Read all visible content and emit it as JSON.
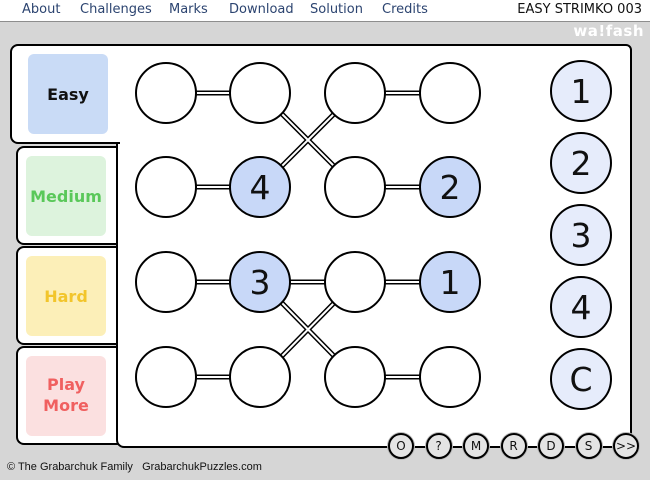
{
  "menu": {
    "about": "About",
    "challenges": "Challenges",
    "marks": "Marks",
    "download": "Download",
    "solution": "Solution",
    "credits": "Credits"
  },
  "game_title": "EASY STRIMKO 003",
  "brand": "wa!fash",
  "tabs": {
    "easy": "Easy",
    "medium": "Medium",
    "hard": "Hard",
    "play_more": "Play More"
  },
  "grid": {
    "cells": [
      [
        "",
        "",
        "",
        ""
      ],
      [
        "",
        "4",
        "",
        "2"
      ],
      [
        "",
        "3",
        "",
        "1"
      ],
      [
        "",
        "",
        "",
        ""
      ]
    ]
  },
  "palette": [
    "1",
    "2",
    "3",
    "4",
    "C"
  ],
  "controls": [
    "O",
    "?",
    "M",
    "R",
    "D",
    "S",
    ">>"
  ],
  "footer": {
    "copyright": "© The Grabarchuk Family",
    "site": "GrabarchukPuzzles.com"
  },
  "colors": {
    "filled_cell": "#c8d8f8",
    "palette_fill": "#e6ecfb",
    "easy": "#c9dbf6",
    "medium_bg": "#ddf3dd",
    "medium_text": "#5ac85a",
    "hard_bg": "#fcefb8",
    "hard_text": "#f2c52b",
    "play_bg": "#fbe0e0",
    "play_text": "#f06060"
  }
}
